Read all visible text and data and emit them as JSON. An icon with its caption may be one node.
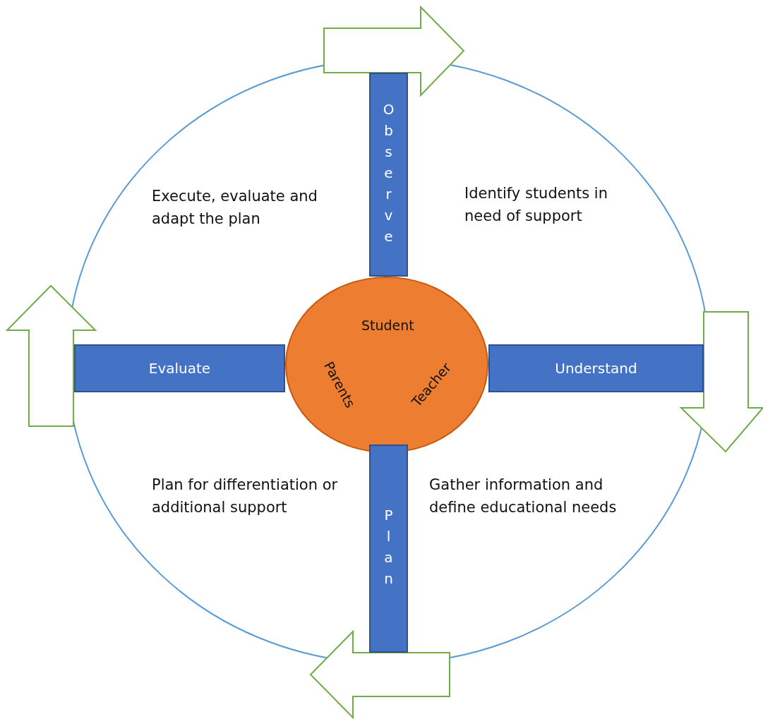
{
  "diagram": {
    "nodes": [
      {
        "text": [
          "Student",
          "Parents",
          "Teacher"
        ]
      },
      {
        "text": [
          "Observe"
        ]
      },
      {
        "text": [
          "Understand"
        ]
      },
      {
        "text": [
          "Plan"
        ]
      },
      {
        "text": [
          "Evaluate"
        ]
      }
    ],
    "labels": [
      "Execute, evaluate and adapt the plan",
      "Identify students in need of support",
      "Plan for differentiation or additional support",
      "Gather information and define educational needs"
    ]
  }
}
